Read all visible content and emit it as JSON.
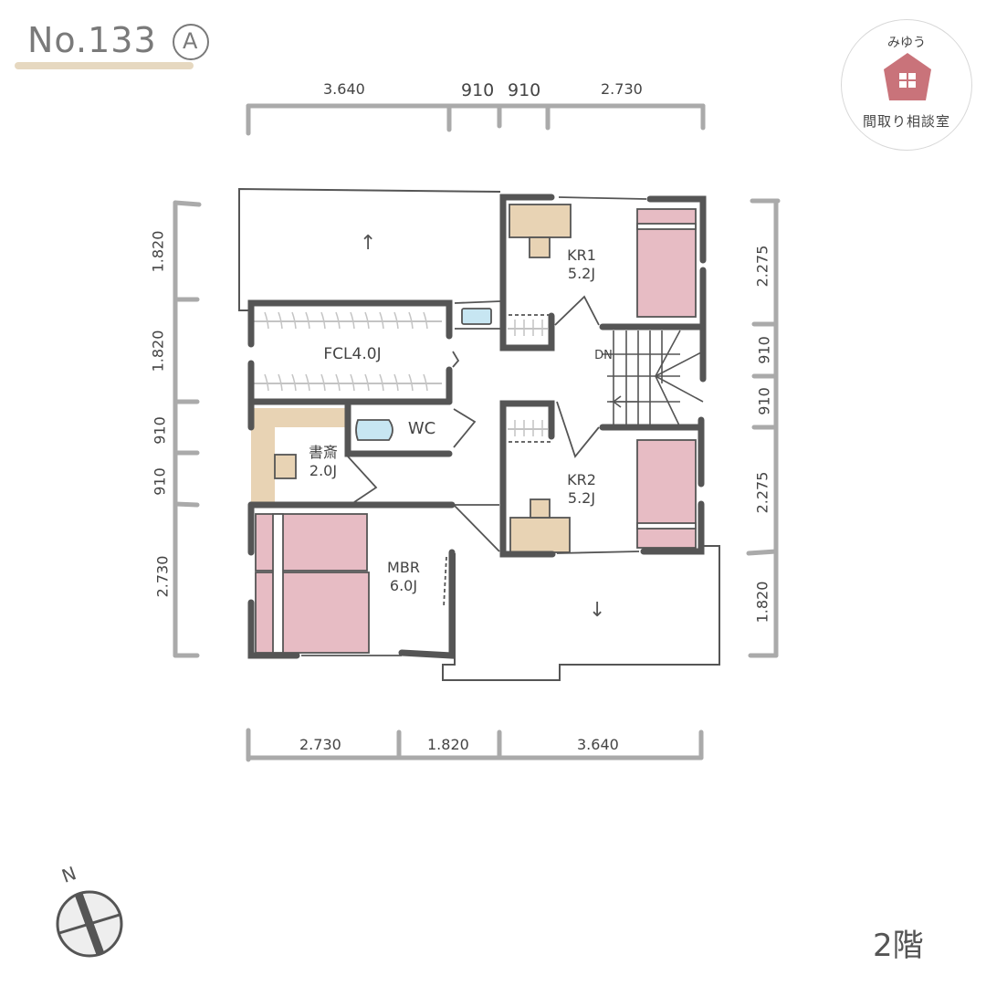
{
  "header": {
    "plan_number": "No.133",
    "variant": "A",
    "underline_color": "#e6d8c0"
  },
  "logo": {
    "top_text": "みゆう",
    "bottom_text": "間取り相談室",
    "house_color": "#c9737a",
    "icon": "house-icon"
  },
  "floor": {
    "label": "2階"
  },
  "dimensions": {
    "top": [
      "3.640",
      "910",
      "910",
      "2.730"
    ],
    "bottom": [
      "2.730",
      "1.820",
      "3.640"
    ],
    "left": [
      "1.820",
      "1.820",
      "910",
      "910",
      "2.730"
    ],
    "right": [
      "2.275",
      "910",
      "910",
      "2.275",
      "1.820"
    ]
  },
  "rooms": {
    "fcl": {
      "name": "FCL",
      "size": "4.0J"
    },
    "kr1": {
      "name": "KR1",
      "size": "5.2J"
    },
    "kr2": {
      "name": "KR2",
      "size": "5.2J"
    },
    "wc": {
      "name": "WC"
    },
    "study": {
      "name": "書斎",
      "size": "2.0J"
    },
    "mbr": {
      "name": "MBR",
      "size": "6.0J"
    },
    "stairs": {
      "label": "DN"
    }
  },
  "symbols": {
    "balcony_top_arrow": "↑",
    "balcony_bottom_arrow": "↓",
    "compass_label": "N"
  },
  "colors": {
    "wall": "#555555",
    "bed": "#e7bcc4",
    "desk": "#e8d3b4",
    "fixture": "#c7e6f2",
    "dim_line": "#aaaaaa"
  }
}
